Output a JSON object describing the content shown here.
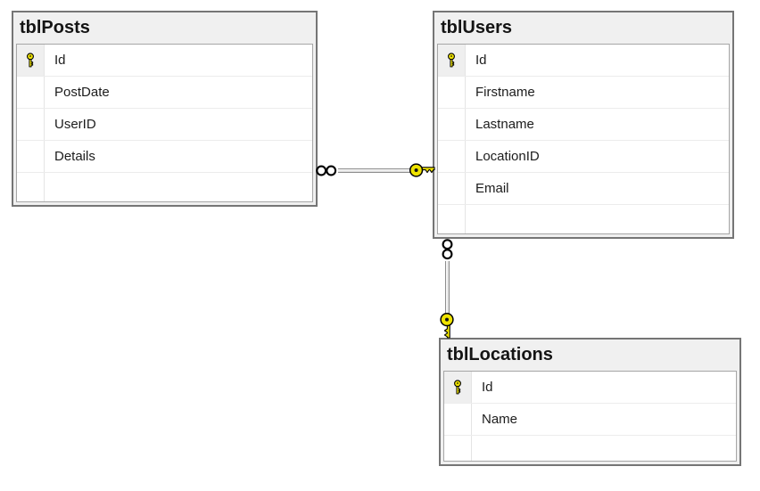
{
  "diagram": {
    "tables": [
      {
        "name": "tblPosts",
        "columns": [
          {
            "name": "Id",
            "primary_key": true
          },
          {
            "name": "PostDate",
            "primary_key": false
          },
          {
            "name": "UserID",
            "primary_key": false
          },
          {
            "name": "Details",
            "primary_key": false
          }
        ]
      },
      {
        "name": "tblUsers",
        "columns": [
          {
            "name": "Id",
            "primary_key": true
          },
          {
            "name": "Firstname",
            "primary_key": false
          },
          {
            "name": "Lastname",
            "primary_key": false
          },
          {
            "name": "LocationID",
            "primary_key": false
          },
          {
            "name": "Email",
            "primary_key": false
          }
        ]
      },
      {
        "name": "tblLocations",
        "columns": [
          {
            "name": "Id",
            "primary_key": true
          },
          {
            "name": "Name",
            "primary_key": false
          }
        ]
      }
    ],
    "relationships": [
      {
        "many_side": "tblPosts",
        "one_side": "tblUsers",
        "many_symbol": "infinity",
        "one_symbol": "key"
      },
      {
        "many_side": "tblUsers",
        "one_side": "tblLocations",
        "many_symbol": "infinity",
        "one_symbol": "key"
      }
    ],
    "colors": {
      "background": "#ffffff",
      "table_border": "#757575",
      "header_background": "#f0f0f0",
      "body_border": "#a6a6a6",
      "row_separator": "#ececec",
      "pk_cell_background": "#efefef",
      "text": "#1c1c1c",
      "key_icon_fill": "#efe300",
      "connector_edge": "#8d8d8d"
    }
  }
}
